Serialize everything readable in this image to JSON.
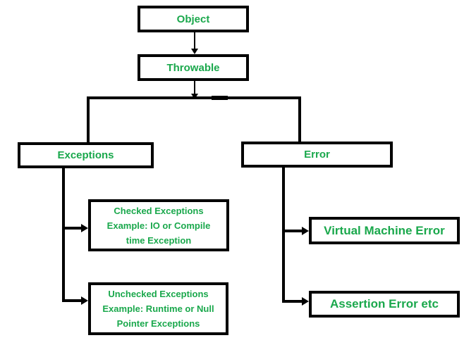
{
  "colors": {
    "node_text_green": "#1AA84C",
    "line_black": "#000000",
    "background": "#FFFFFF"
  },
  "nodes": {
    "object": {
      "label": "Object"
    },
    "throwable": {
      "label": "Throwable"
    },
    "exceptions": {
      "label": "Exceptions"
    },
    "error": {
      "label": "Error"
    },
    "checked_exceptions": {
      "line1": "Checked Exceptions",
      "line2": "Example: IO or Compile",
      "line3": "time Exception"
    },
    "unchecked_exceptions": {
      "line1": "Unchecked Exceptions",
      "line2": "Example: Runtime or Null",
      "line3": "Pointer Exceptions"
    },
    "virtual_machine_error": {
      "label": "Virtual Machine Error"
    },
    "assertion_error": {
      "label": "Assertion Error etc"
    }
  }
}
